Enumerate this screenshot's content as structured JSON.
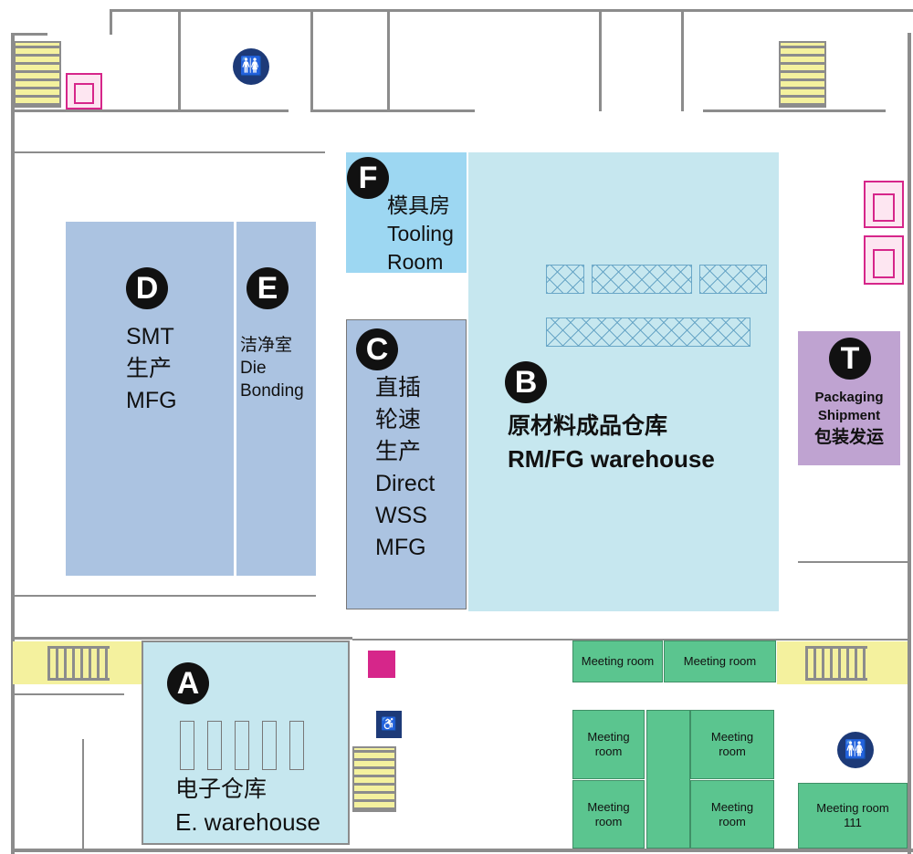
{
  "zones": {
    "A": {
      "letter": "A",
      "cn": "电子仓库",
      "en": "E. warehouse",
      "color": "#c6e7ef"
    },
    "B": {
      "letter": "B",
      "cn": "原材料成品仓库",
      "en": "RM/FG warehouse",
      "color": "#c6e7ef"
    },
    "C": {
      "letter": "C",
      "lines": [
        "直插",
        "轮速",
        "生产",
        "Direct",
        "WSS",
        "MFG"
      ],
      "color": "#abc3e1"
    },
    "D": {
      "letter": "D",
      "lines": [
        "SMT",
        "生产",
        "MFG"
      ],
      "color": "#abc3e1"
    },
    "E": {
      "letter": "E",
      "lines": [
        "洁净室",
        "Die",
        "Bonding"
      ],
      "color": "#abc3e1"
    },
    "F": {
      "letter": "F",
      "lines": [
        "模具房",
        "Tooling",
        "Room"
      ],
      "color": "#9dd7f2"
    },
    "T": {
      "letter": "T",
      "lines": [
        "Packaging",
        "Shipment",
        "包装发运"
      ],
      "color": "#bfa3d1"
    }
  },
  "meeting_rooms": {
    "r1": "Meeting room",
    "r2": "Meeting room",
    "r3": "Meeting room",
    "r4": "Meeting room",
    "r5": "Meeting room",
    "r6": "Meeting room",
    "r7": "Meeting room 111"
  },
  "icons": {
    "restroom": "restroom-icon",
    "elevator": "elevator-icon",
    "stairs": "stairs-icon",
    "accessible_restroom": "accessible-restroom-icon"
  }
}
